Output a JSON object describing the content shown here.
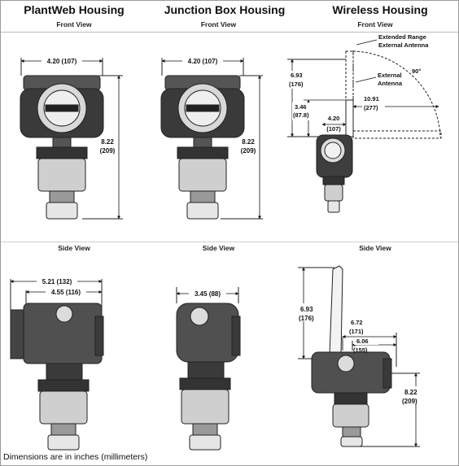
{
  "columns": [
    {
      "title": "PlantWeb Housing",
      "front": "Front View",
      "side": "Side View"
    },
    {
      "title": "Junction Box Housing",
      "front": "Front View",
      "side": "Side View"
    },
    {
      "title": "Wireless Housing",
      "front": "Front View",
      "side": "Side View"
    }
  ],
  "dims": {
    "pw_front_width": "4.20 (107)",
    "pw_front_h_in": "8.22",
    "pw_front_h_mm": "(209)",
    "jb_front_width": "4.20 (107)",
    "jb_front_h_in": "8.22",
    "jb_front_h_mm": "(209)",
    "wl_ext_range": "Extended Range",
    "wl_ext_range2": "External Antenna",
    "wl_angle": "90°",
    "wl_ext": "External",
    "wl_ext2": "Antenna",
    "wl_693_in": "6.93",
    "wl_693_mm": "(176)",
    "wl_346_in": "3.46",
    "wl_346_mm": "(87.8)",
    "wl_420_in": "4.20",
    "wl_420_mm": "(107)",
    "wl_1091_in": "10.91",
    "wl_1091_mm": "(277)",
    "pw_side_outer": "5.21 (132)",
    "pw_side_inner": "4.55 (116)",
    "jb_side_width": "3.45 (88)",
    "wls_693_in": "6.93",
    "wls_693_mm": "(176)",
    "wls_672_in": "6.72",
    "wls_672_mm": "(171)",
    "wls_606_in": "6.06",
    "wls_606_mm": "(155)",
    "wls_822_in": "8.22",
    "wls_822_mm": "(209)"
  },
  "footer": "Dimensions are in inches (millimeters)"
}
